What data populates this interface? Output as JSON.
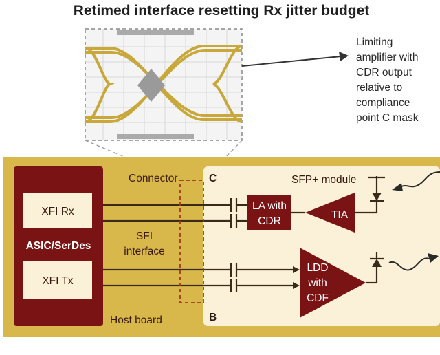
{
  "title": "Retimed interface resetting Rx jitter budget",
  "eye_callout": [
    "Limiting",
    "amplifier with",
    "CDR output",
    "relative to",
    "compliance",
    "point C mask"
  ],
  "host": {
    "asic_label": "ASIC/SerDes",
    "rx_label": "XFI Rx",
    "tx_label": "XFI Tx",
    "board_label": "Host board",
    "connector_label": "Connector",
    "sfi_label": [
      "SFI",
      "interface"
    ]
  },
  "module": {
    "label": "SFP+ module",
    "point_c": "C",
    "point_b": "B",
    "la_label": [
      "LA with",
      "CDR"
    ],
    "tia_label": "TIA",
    "ldd_label": [
      "LDD",
      "with",
      "CDF"
    ]
  },
  "colors": {
    "host_board": "#d8b84a",
    "module_bg": "#fbf1d8",
    "asic": "#7a1414",
    "block": "#7a1414",
    "xfi_box": "#fbf1d8",
    "eye_trace": "#c8a83a",
    "mask": "#9a9a9a"
  }
}
